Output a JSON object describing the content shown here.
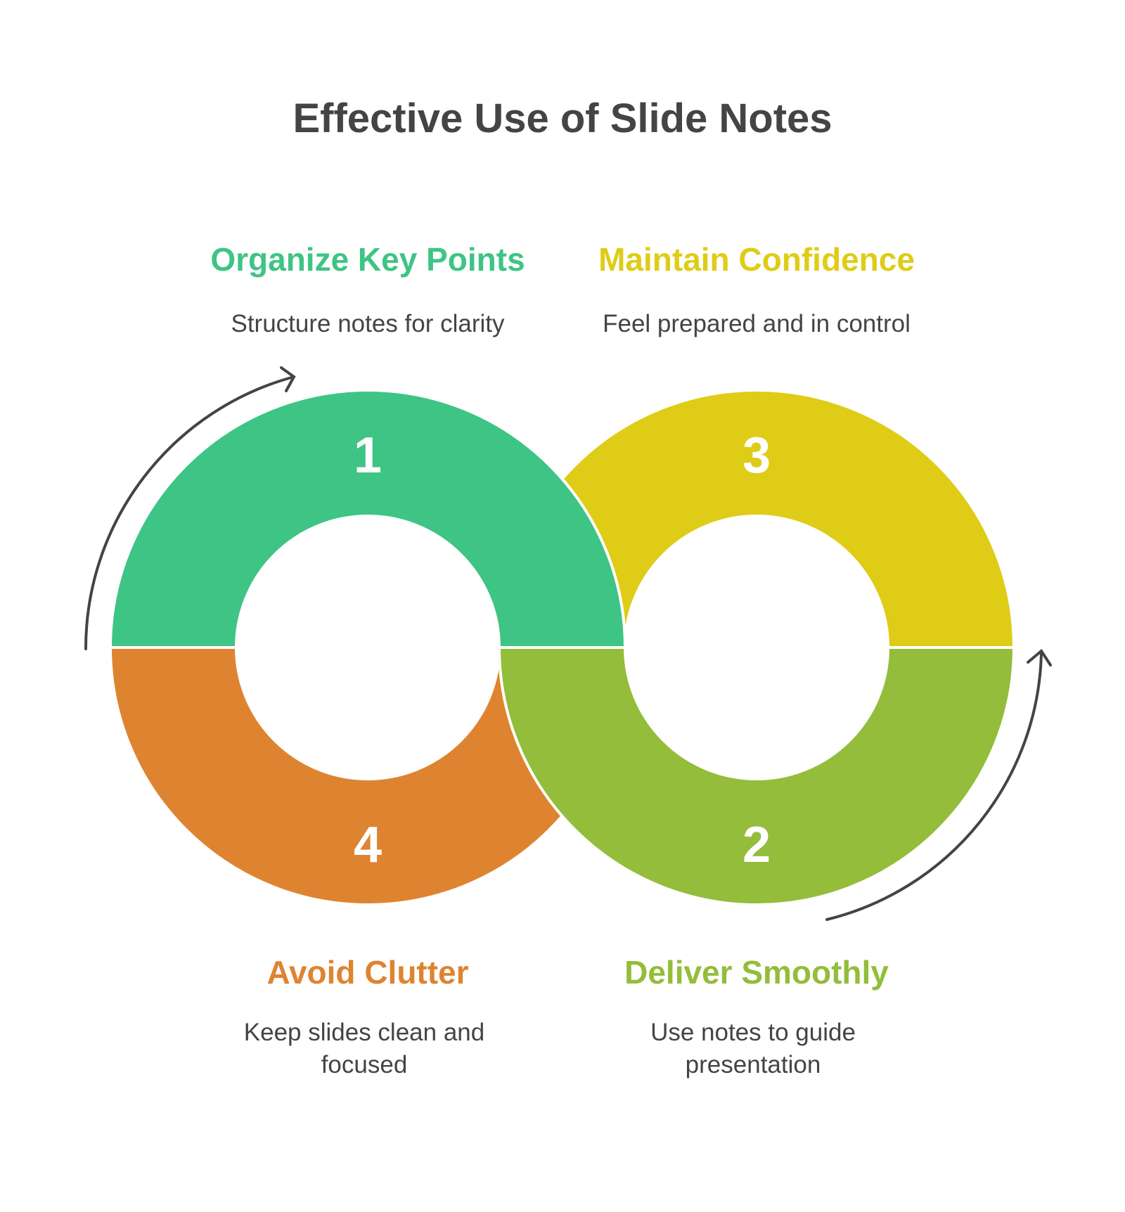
{
  "title": "Effective Use of Slide Notes",
  "steps": [
    {
      "number": "1",
      "heading": "Organize Key Points",
      "description": "Structure notes for clarity",
      "color": "#3EC484"
    },
    {
      "number": "2",
      "heading": "Deliver Smoothly",
      "description_lines": [
        "Use notes to guide",
        "presentation"
      ],
      "color": "#93BD3A"
    },
    {
      "number": "3",
      "heading": "Maintain Confidence",
      "description": "Feel prepared and in control",
      "color": "#DFCC17"
    },
    {
      "number": "4",
      "heading": "Avoid Clutter",
      "description_lines": [
        "Keep slides clean and",
        "focused"
      ],
      "color": "#DE8431"
    }
  ]
}
